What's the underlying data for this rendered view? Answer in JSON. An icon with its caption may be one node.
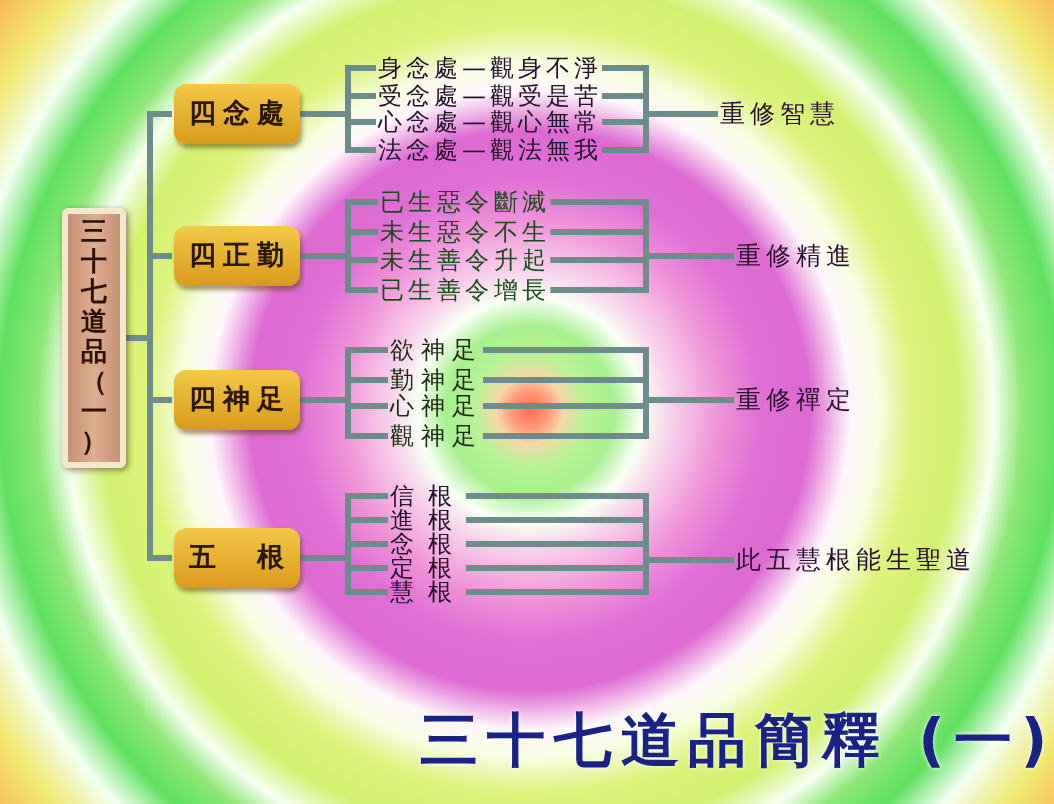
{
  "diagram": {
    "title": "三十七道品簡釋 (一)",
    "nodes": [
      {
        "text": [
          "三十七道品（一）"
        ]
      },
      {
        "text": [
          "四念處"
        ]
      },
      {
        "text": [
          "身念處—觀身不淨"
        ]
      },
      {
        "text": [
          "受念處—觀受是苦"
        ]
      },
      {
        "text": [
          "心念處—觀心無常"
        ]
      },
      {
        "text": [
          "法念處—觀法無我"
        ]
      },
      {
        "text": [
          "重修智慧"
        ]
      },
      {
        "text": [
          "四正勤"
        ]
      },
      {
        "text": [
          "已生惡令斷滅"
        ]
      },
      {
        "text": [
          "未生惡令不生"
        ]
      },
      {
        "text": [
          "未生善令升起"
        ]
      },
      {
        "text": [
          "已生善令增長"
        ]
      },
      {
        "text": [
          "重修精進"
        ]
      },
      {
        "text": [
          "四神足"
        ]
      },
      {
        "text": [
          "欲神足"
        ]
      },
      {
        "text": [
          "勤神足"
        ]
      },
      {
        "text": [
          "心神足"
        ]
      },
      {
        "text": [
          "觀神足"
        ]
      },
      {
        "text": [
          "重修禪定"
        ]
      },
      {
        "text": [
          "五　根"
        ]
      },
      {
        "text": [
          "信根"
        ]
      },
      {
        "text": [
          "進根"
        ]
      },
      {
        "text": [
          "念根"
        ]
      },
      {
        "text": [
          "定根"
        ]
      },
      {
        "text": [
          "慧根"
        ]
      },
      {
        "text": [
          "此五慧根能生聖道"
        ]
      }
    ],
    "edges": [
      {
        "from": 0,
        "to": 1,
        "arrow": "none"
      },
      {
        "from": 0,
        "to": 7,
        "arrow": "none"
      },
      {
        "from": 0,
        "to": 13,
        "arrow": "none"
      },
      {
        "from": 0,
        "to": 19,
        "arrow": "none"
      },
      {
        "from": 1,
        "to": 2,
        "arrow": "none"
      },
      {
        "from": 1,
        "to": 3,
        "arrow": "none"
      },
      {
        "from": 1,
        "to": 4,
        "arrow": "none"
      },
      {
        "from": 1,
        "to": 5,
        "arrow": "none"
      },
      {
        "from": 2,
        "to": 6,
        "arrow": "none"
      },
      {
        "from": 3,
        "to": 6,
        "arrow": "none"
      },
      {
        "from": 4,
        "to": 6,
        "arrow": "none"
      },
      {
        "from": 5,
        "to": 6,
        "arrow": "none"
      },
      {
        "from": 7,
        "to": 8,
        "arrow": "none"
      },
      {
        "from": 7,
        "to": 9,
        "arrow": "none"
      },
      {
        "from": 7,
        "to": 10,
        "arrow": "none"
      },
      {
        "from": 7,
        "to": 11,
        "arrow": "none"
      },
      {
        "from": 8,
        "to": 12,
        "arrow": "none"
      },
      {
        "from": 9,
        "to": 12,
        "arrow": "none"
      },
      {
        "from": 10,
        "to": 12,
        "arrow": "none"
      },
      {
        "from": 11,
        "to": 12,
        "arrow": "none"
      },
      {
        "from": 13,
        "to": 14,
        "arrow": "none"
      },
      {
        "from": 13,
        "to": 15,
        "arrow": "none"
      },
      {
        "from": 13,
        "to": 16,
        "arrow": "none"
      },
      {
        "from": 13,
        "to": 17,
        "arrow": "none"
      },
      {
        "from": 14,
        "to": 18,
        "arrow": "none"
      },
      {
        "from": 15,
        "to": 18,
        "arrow": "none"
      },
      {
        "from": 16,
        "to": 18,
        "arrow": "none"
      },
      {
        "from": 17,
        "to": 18,
        "arrow": "none"
      },
      {
        "from": 19,
        "to": 20,
        "arrow": "none"
      },
      {
        "from": 19,
        "to": 21,
        "arrow": "none"
      },
      {
        "from": 19,
        "to": 22,
        "arrow": "none"
      },
      {
        "from": 19,
        "to": 23,
        "arrow": "none"
      },
      {
        "from": 19,
        "to": 24,
        "arrow": "none"
      },
      {
        "from": 20,
        "to": 25,
        "arrow": "none"
      },
      {
        "from": 21,
        "to": 25,
        "arrow": "none"
      },
      {
        "from": 22,
        "to": 25,
        "arrow": "none"
      },
      {
        "from": 23,
        "to": 25,
        "arrow": "none"
      },
      {
        "from": 24,
        "to": 25,
        "arrow": "none"
      }
    ]
  }
}
